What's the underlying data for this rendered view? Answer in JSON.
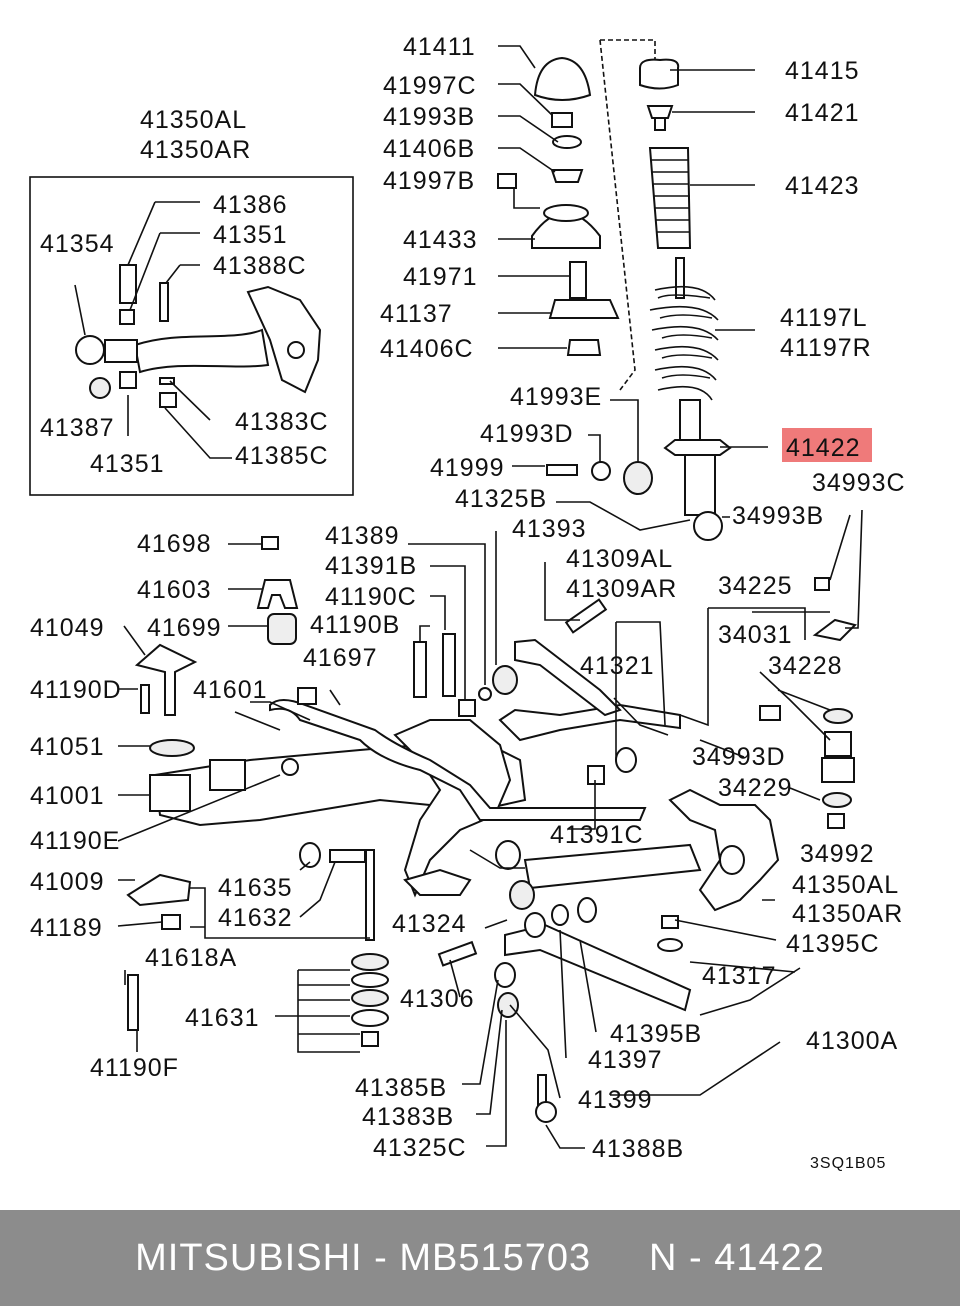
{
  "diagram": {
    "code": "3SQ1B05",
    "highlight_color": "#ef7a7a",
    "labels": {
      "p41350AL_top": "41350AL",
      "p41350AR_top": "41350AR",
      "p41386": "41386",
      "p41354": "41354",
      "p41351_top": "41351",
      "p41388C": "41388C",
      "p41387": "41387",
      "p41383C": "41383C",
      "p41351_bot": "41351",
      "p41385C": "41385C",
      "p41411": "41411",
      "p41997C": "41997C",
      "p41993B": "41993B",
      "p41406B": "41406B",
      "p41997B": "41997B",
      "p41433": "41433",
      "p41971": "41971",
      "p41137": "41137",
      "p41406C": "41406C",
      "p41993E": "41993E",
      "p41993D": "41993D",
      "p41999": "41999",
      "p41325B": "41325B",
      "p41415": "41415",
      "p41421": "41421",
      "p41423": "41423",
      "p41197L": "41197L",
      "p41197R": "41197R",
      "p41422": "41422",
      "p34993C": "34993C",
      "p34993B": "34993B",
      "p41698": "41698",
      "p41389": "41389",
      "p41393": "41393",
      "p41603": "41603",
      "p41391B": "41391B",
      "p41309AL": "41309AL",
      "p41309AR": "41309AR",
      "p41049": "41049",
      "p41699": "41699",
      "p41190C": "41190C",
      "p41190B": "41190B",
      "p34225": "34225",
      "p34031": "34031",
      "p41697": "41697",
      "p41321": "41321",
      "p34228": "34228",
      "p41190D": "41190D",
      "p41601": "41601",
      "p41051": "41051",
      "p34993D": "34993D",
      "p41001": "41001",
      "p34229": "34229",
      "p41190E": "41190E",
      "p41391C": "41391C",
      "p34992": "34992",
      "p41009": "41009",
      "p41635": "41635",
      "p41350AL": "41350AL",
      "p41189": "41189",
      "p41632": "41632",
      "p41324": "41324",
      "p41350AR": "41350AR",
      "p41395C": "41395C",
      "p41618A": "41618A",
      "p41317": "41317",
      "p41631": "41631",
      "p41306": "41306",
      "p41190F": "41190F",
      "p41395B": "41395B",
      "p41300A": "41300A",
      "p41397": "41397",
      "p41385B": "41385B",
      "p41399": "41399",
      "p41383B": "41383B",
      "p41325C": "41325C",
      "p41388B": "41388B"
    }
  },
  "footer": {
    "brand": "MITSUBISHI",
    "part_number": "MB515703",
    "ref": "N - 41422"
  }
}
